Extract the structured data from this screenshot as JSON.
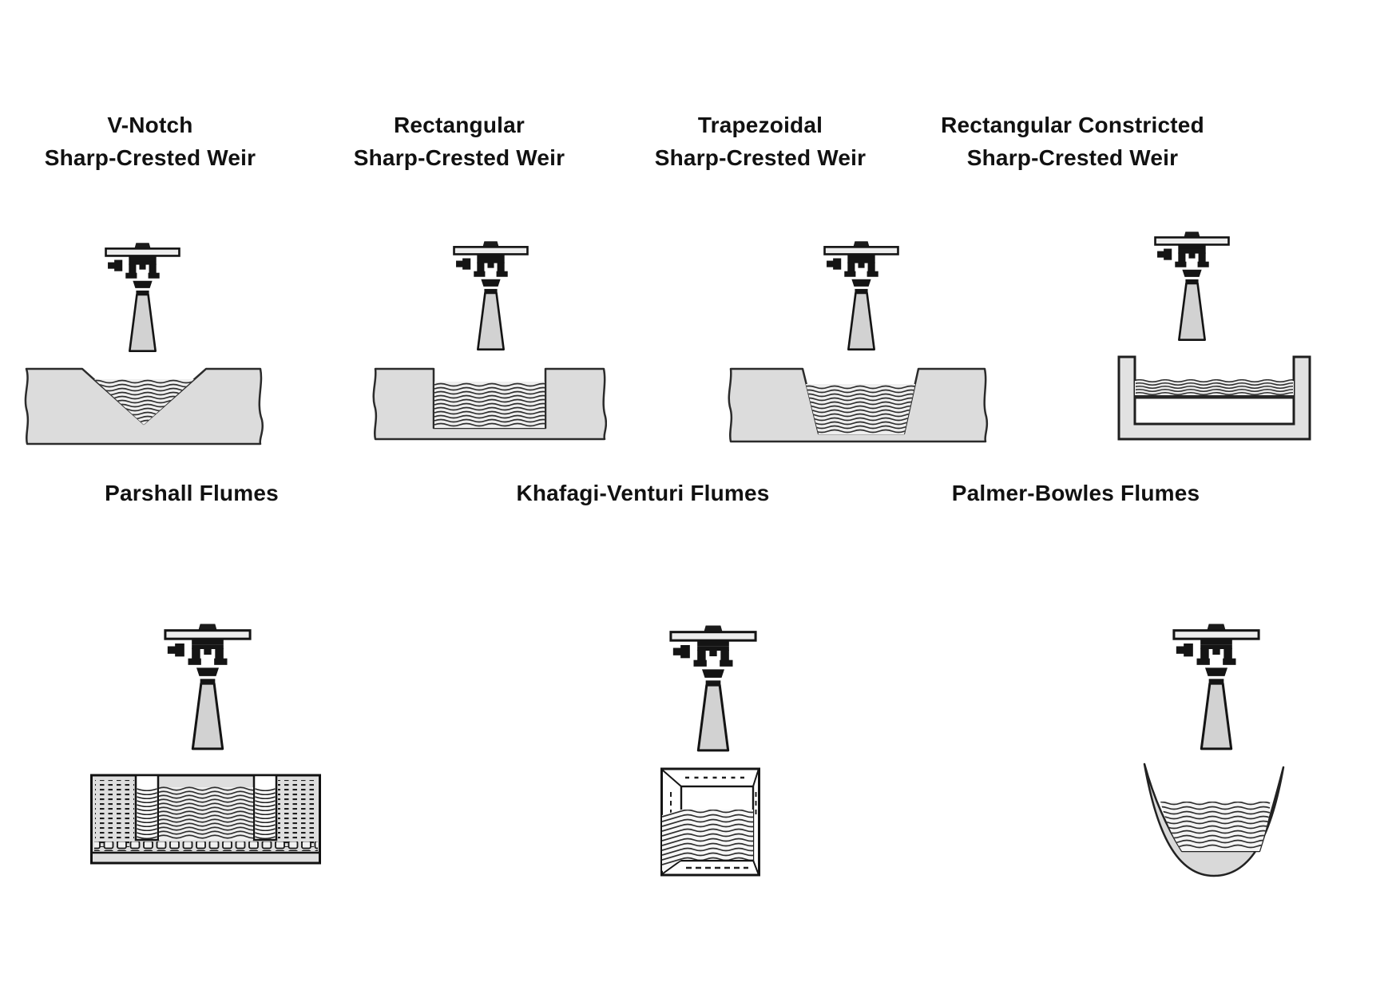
{
  "figure": {
    "background_color": "#ffffff",
    "outline_color": "#1a1a1a",
    "material_gray": "#dcdcdc",
    "water_line_color": "#2e2e2e"
  },
  "icons": {
    "sensor": "radar-level-sensor-icon"
  },
  "panels": [
    {
      "id": "v-notch",
      "title_line1": "V-Notch",
      "title_line2": "Sharp-Crested Weir"
    },
    {
      "id": "rectangular",
      "title_line1": "Rectangular",
      "title_line2": "Sharp-Crested Weir"
    },
    {
      "id": "trapezoidal",
      "title_line1": "Trapezoidal",
      "title_line2": "Sharp-Crested Weir"
    },
    {
      "id": "rect-constricted",
      "title_line1": "Rectangular Constricted",
      "title_line2": "Sharp-Crested Weir"
    },
    {
      "id": "parshall",
      "title_line1": "Parshall Flumes"
    },
    {
      "id": "khafagi-venturi",
      "title_line1": "Khafagi-Venturi Flumes"
    },
    {
      "id": "palmer-bowles",
      "title_line1": "Palmer-Bowles Flumes"
    }
  ]
}
